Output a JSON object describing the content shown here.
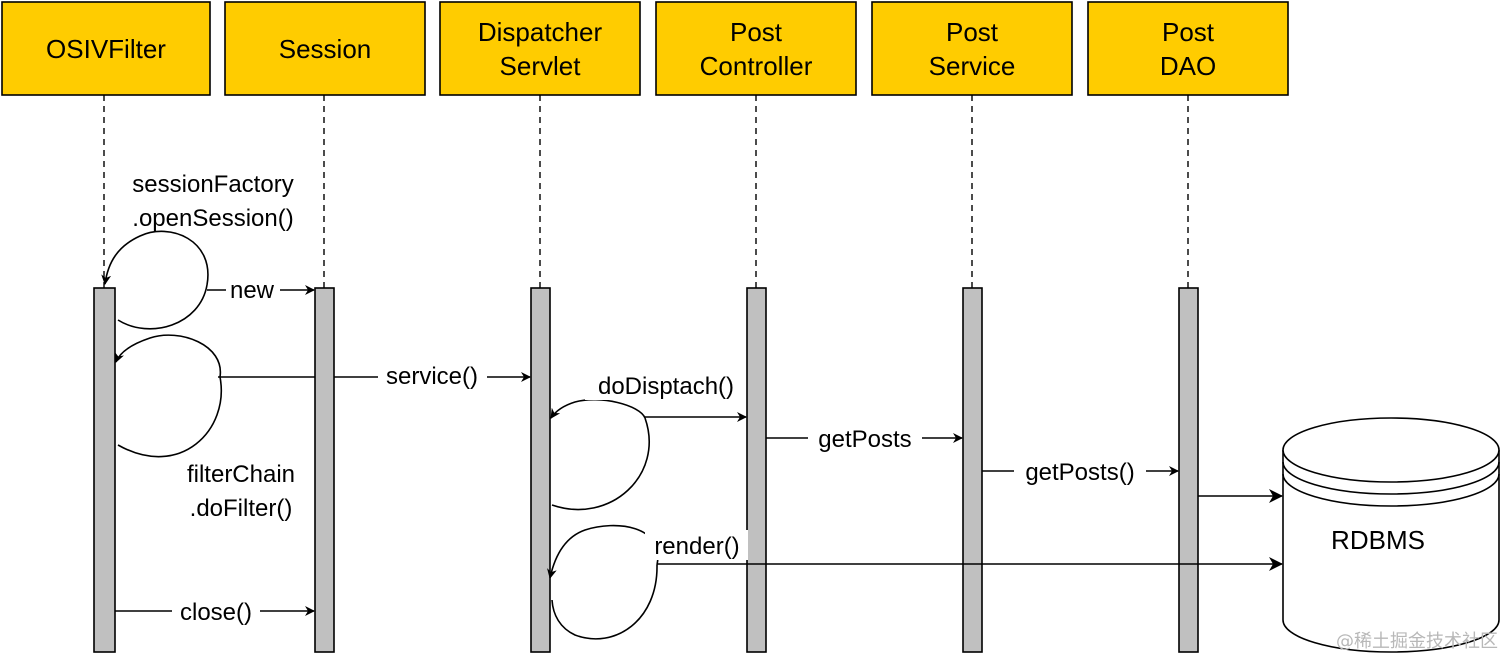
{
  "participants": {
    "osiv_filter": [
      "OSIVFilter"
    ],
    "session": [
      "Session"
    ],
    "dispatcher_servlet": [
      "Dispatcher",
      "Servlet"
    ],
    "post_controller": [
      "Post",
      "Controller"
    ],
    "post_service": [
      "Post",
      "Service"
    ],
    "post_dao": [
      "Post",
      "DAO"
    ]
  },
  "messages": {
    "open_session": [
      "sessionFactory",
      ".openSession()"
    ],
    "new": "new",
    "service": "service()",
    "do_filter": [
      "filterChain",
      ".doFilter()"
    ],
    "do_dispatch": "doDisptach()",
    "get_posts_controller": "getPosts",
    "get_posts_service": "getPosts()",
    "render": "render()",
    "close": "close()"
  },
  "database": {
    "label": "RDBMS"
  },
  "watermark": "@稀土掘金技术社区",
  "colors": {
    "participant_fill": "#ffcc00",
    "activation_fill": "#c0c0c0",
    "line": "#000000"
  }
}
